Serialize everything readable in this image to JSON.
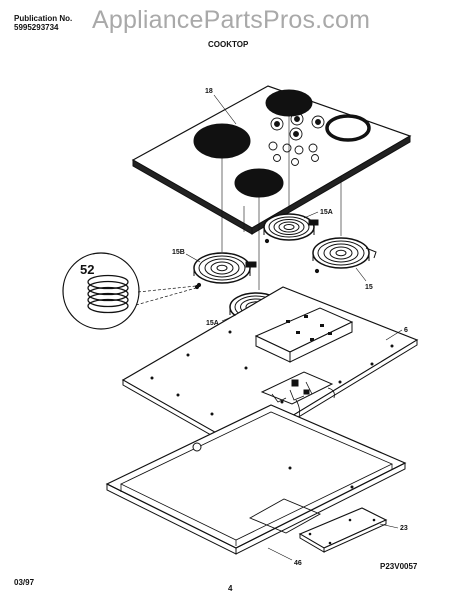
{
  "header": {
    "publication_label": "Publication No.",
    "publication_number": "5995293734",
    "watermark": "AppliancePartsPros.com",
    "section_title": "COOKTOP"
  },
  "callouts": {
    "top_glass": "18",
    "element_rear_right": "15A",
    "element_left": "15B",
    "element_right": "15",
    "element_front": "15A",
    "main_panel": "6",
    "limiter_detail": "52",
    "bottom_tray": "46",
    "access_cover": "23"
  },
  "footer": {
    "date": "03/97",
    "page": "4",
    "diagram_code": "P23V0057"
  },
  "colors": {
    "ink": "#111111",
    "watermark": "#a9a9a9",
    "background": "#ffffff"
  }
}
